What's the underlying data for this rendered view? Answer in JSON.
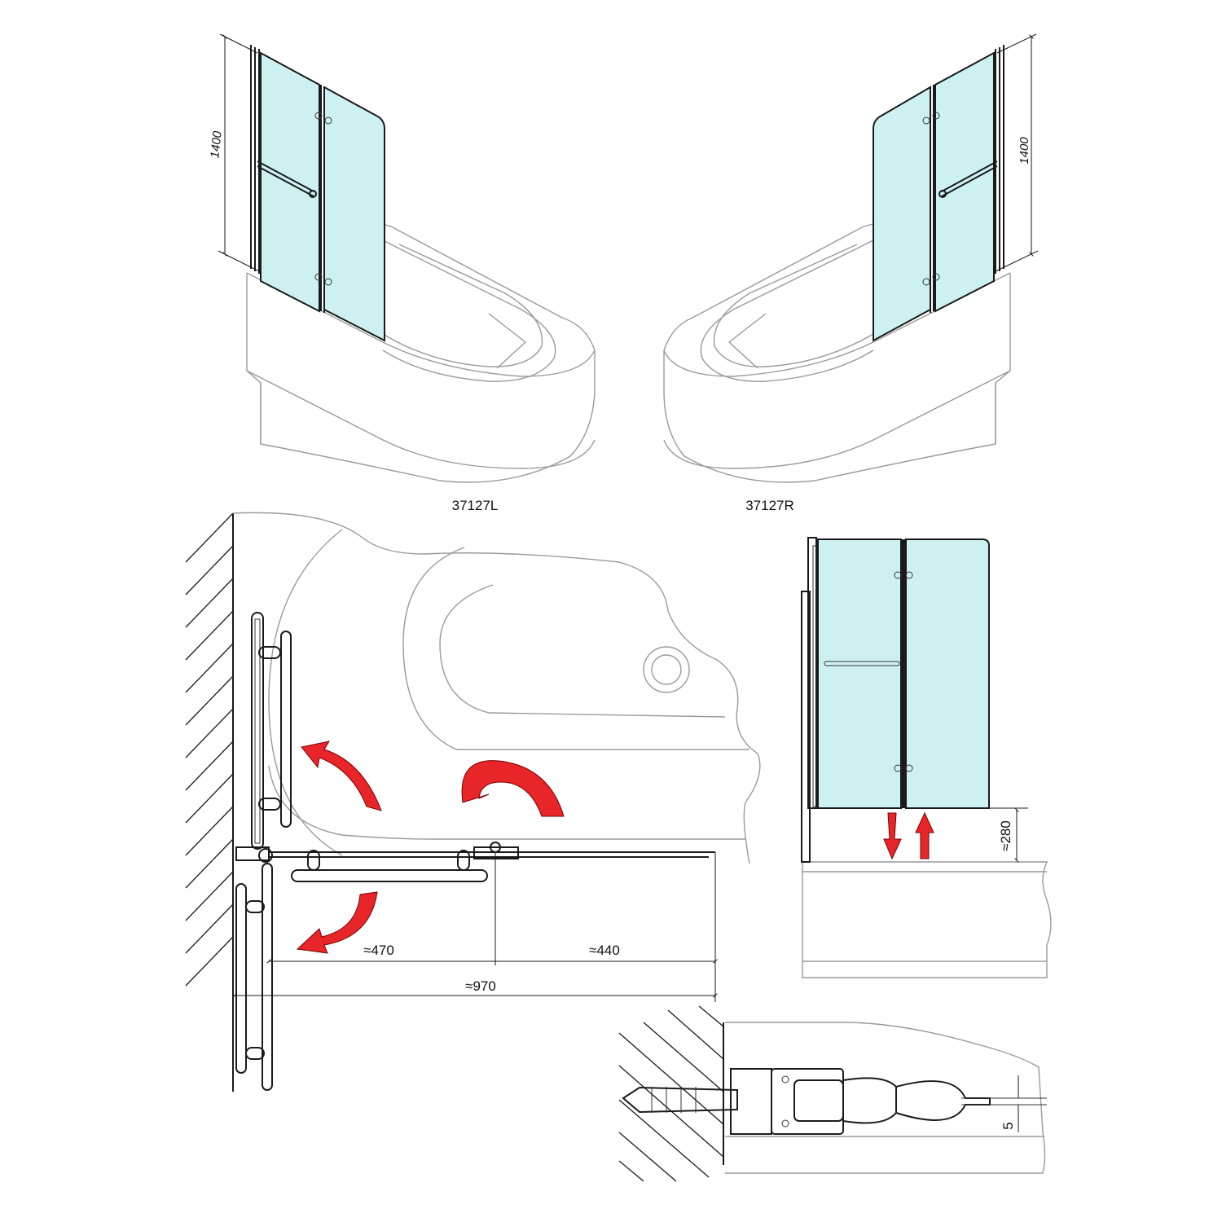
{
  "colors": {
    "glass": "#cdf1f1",
    "arrow": "#e8262a",
    "line": "#1a1a1a",
    "tub_outline": "#9a9a9a"
  },
  "views": {
    "left_model": "37127L",
    "right_model": "37127R"
  },
  "dimensions": {
    "height_left": "1400",
    "height_right": "1400",
    "panel_a": "≈470",
    "panel_b": "≈440",
    "total_width": "≈970",
    "lift": "≈280",
    "gap": "5"
  }
}
